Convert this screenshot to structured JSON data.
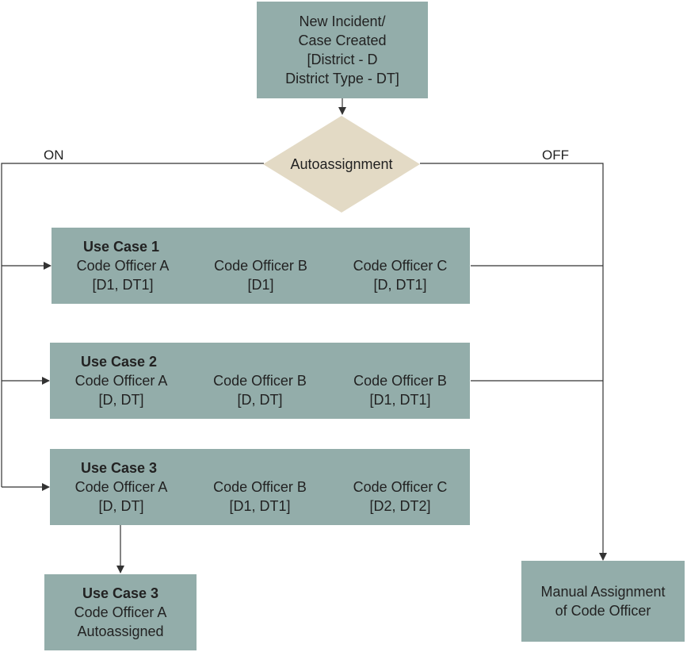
{
  "start": {
    "lines": [
      "New Incident/",
      "Case Created",
      "[District - D",
      "District Type - DT]"
    ]
  },
  "decision": {
    "label": "Autoassignment",
    "on_label": "ON",
    "off_label": "OFF"
  },
  "use_cases": [
    {
      "title": "Use Case 1",
      "officers": [
        {
          "name": "Code Officer A",
          "scope": "[D1, DT1]"
        },
        {
          "name": "Code Officer B",
          "scope": "[D1]"
        },
        {
          "name": "Code Officer C",
          "scope": "[D, DT1]"
        }
      ]
    },
    {
      "title": "Use Case 2",
      "officers": [
        {
          "name": "Code Officer A",
          "scope": "[D, DT]"
        },
        {
          "name": "Code Officer B",
          "scope": "[D, DT]"
        },
        {
          "name": "Code Officer B",
          "scope": "[D1, DT1]"
        }
      ]
    },
    {
      "title": "Use Case 3",
      "officers": [
        {
          "name": "Code Officer A",
          "scope": "[D, DT]"
        },
        {
          "name": "Code Officer B",
          "scope": "[D1, DT1]"
        },
        {
          "name": "Code Officer C",
          "scope": "[D2, DT2]"
        }
      ]
    }
  ],
  "result": {
    "title": "Use Case 3",
    "lines": [
      "Code Officer A",
      "Autoassigned"
    ]
  },
  "manual": {
    "lines": [
      "Manual Assignment",
      "of Code Officer"
    ]
  },
  "colors": {
    "box_fill": "#93ADAA",
    "diamond_fill": "#E3DAC5",
    "line": "#333333"
  }
}
